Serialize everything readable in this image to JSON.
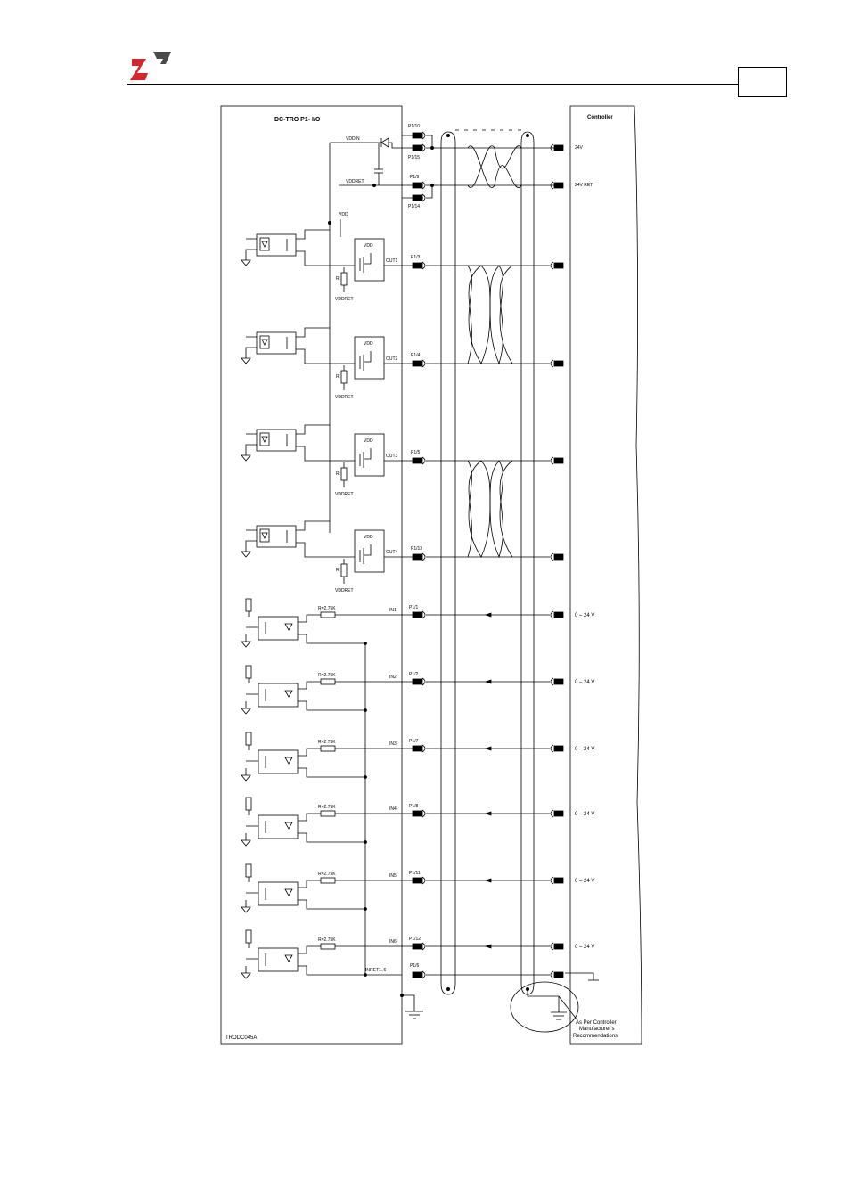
{
  "titles": {
    "drive_title": "DC-TRO  P1- I/O",
    "controller_title": "Controller",
    "drawing_id": "TRODC045A"
  },
  "supply": {
    "p1_10": "P1/10",
    "p1_15": "P1/15",
    "p1_9": "P1/9",
    "p1_14": "P1/14",
    "vddin": "VDDIN",
    "vddret": "VDDRET",
    "vdd": "VDD",
    "v24": "24V",
    "v24ret": "24V RET"
  },
  "outputs": [
    {
      "pin": "P1/3",
      "net": "OUT1",
      "vdd": "VDD",
      "r": "R",
      "ret": "VDDRET"
    },
    {
      "pin": "P1/4",
      "net": "OUT2",
      "vdd": "VDD",
      "r": "R",
      "ret": "VDDRET"
    },
    {
      "pin": "P1/5",
      "net": "OUT3",
      "vdd": "VDD",
      "r": "R",
      "ret": "VDDRET"
    },
    {
      "pin": "P1/13",
      "net": "OUT4",
      "vdd": "VDD",
      "r": "R",
      "ret": "VDDRET"
    }
  ],
  "inputs": [
    {
      "pin": "P1/1",
      "net": "IN1",
      "res": "R=2.75K",
      "range": "0 – 24 V"
    },
    {
      "pin": "P1/2",
      "net": "IN2",
      "res": "R=2.75K",
      "range": "0 – 24 V"
    },
    {
      "pin": "P1/7",
      "net": "IN3",
      "res": "R=2.75K",
      "range": "0 – 24 V"
    },
    {
      "pin": "P1/8",
      "net": "IN4",
      "res": "R=2.75K",
      "range": "0 – 24 V"
    },
    {
      "pin": "P1/11",
      "net": "IN5",
      "res": "R=2.75K",
      "range": "0 – 24 V"
    },
    {
      "pin": "P1/12",
      "net": "IN6",
      "res": "R=2.75K",
      "range": "0 – 24 V"
    }
  ],
  "inret": {
    "pin": "P1/6",
    "net": "INRET1..6"
  },
  "note": {
    "line1": "As Per Controller",
    "line2": "Manufacturer's",
    "line3": "Recommendations"
  },
  "colors": {
    "logo_red": "#d9262b",
    "logo_gray": "#4a4a4a",
    "line": "#000000"
  }
}
